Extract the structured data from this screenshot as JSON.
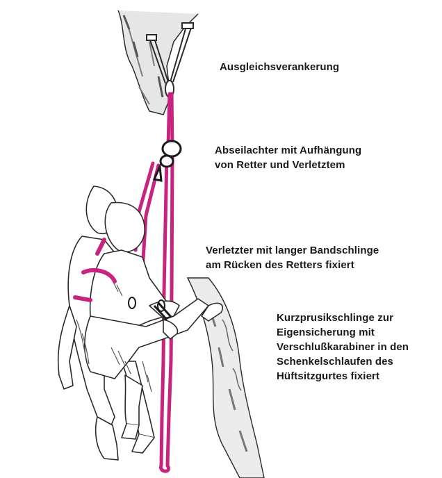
{
  "annotations": {
    "anchor": {
      "lines": [
        "Ausgleichsverankerung"
      ]
    },
    "descender": {
      "lines": [
        "Abseilachter mit Aufhängung",
        "von Retter und Verletztem"
      ]
    },
    "injured": {
      "lines": [
        "Verletzter mit langer Bandschlinge",
        "am Rücken des Retters fixiert"
      ]
    },
    "prusik": {
      "lines": [
        "Kurzprusikschlinge zur",
        "Eigensicherung mit",
        "Verschlußkarabiner in den",
        "Schenkelschlaufen des",
        "Hüftsitzgurtes fixiert"
      ]
    }
  },
  "colors": {
    "rope": "#c8237e",
    "ink": "#2a2a2a",
    "rock_shade": "#8a8a8a",
    "text": "#1a1a1a"
  }
}
